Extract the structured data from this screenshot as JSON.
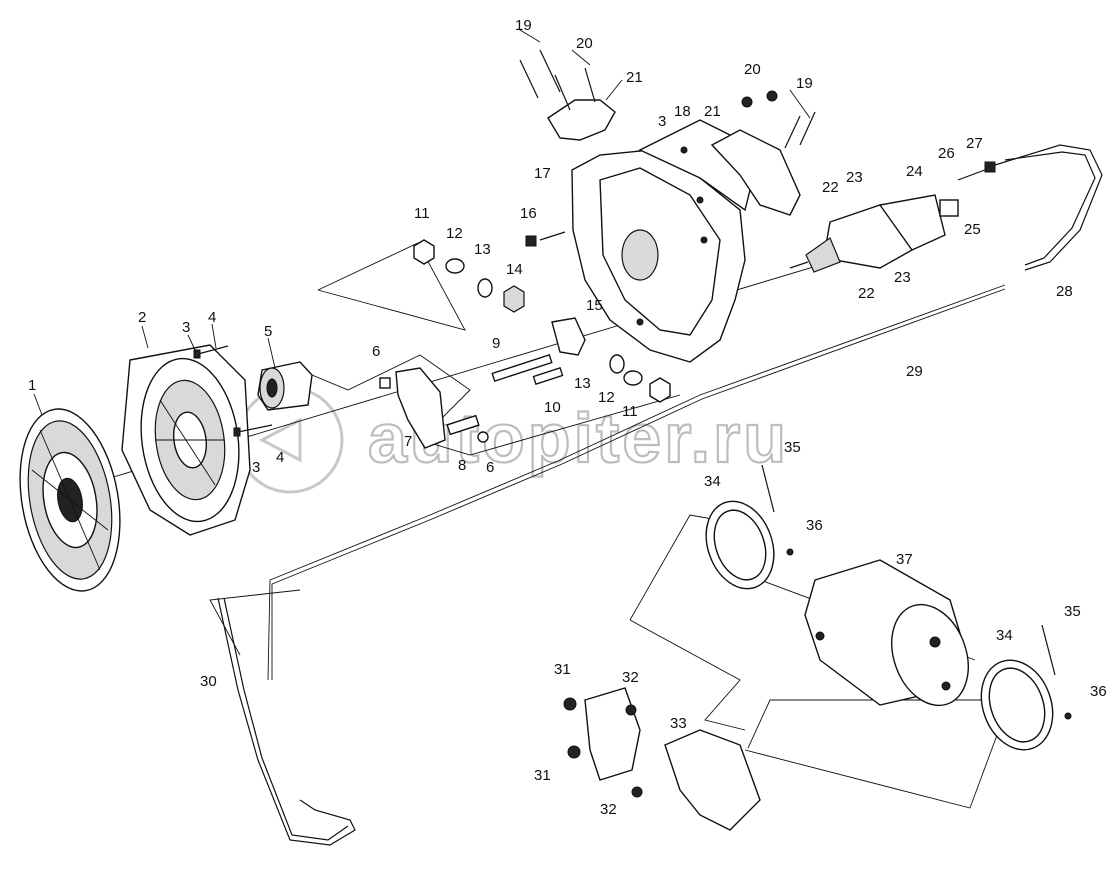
{
  "watermark": {
    "text": "autopiter.ru"
  },
  "labels": {
    "l1": "1",
    "l2": "2",
    "l3a": "3",
    "l3b": "3",
    "l3c": "3",
    "l4a": "4",
    "l4b": "4",
    "l5": "5",
    "l6a": "6",
    "l6b": "6",
    "l7": "7",
    "l8": "8",
    "l9": "9",
    "l10": "10",
    "l11a": "11",
    "l11b": "11",
    "l12a": "12",
    "l12b": "12",
    "l13a": "13",
    "l13b": "13",
    "l14": "14",
    "l15": "15",
    "l16": "16",
    "l17": "17",
    "l18": "18",
    "l19a": "19",
    "l19b": "19",
    "l20a": "20",
    "l20b": "20",
    "l21a": "21",
    "l21b": "21",
    "l22a": "22",
    "l22b": "22",
    "l23a": "23",
    "l23b": "23",
    "l24": "24",
    "l25": "25",
    "l26": "26",
    "l27": "27",
    "l28": "28",
    "l29": "29",
    "l30": "30",
    "l31a": "31",
    "l31b": "31",
    "l32a": "32",
    "l32b": "32",
    "l33": "33",
    "l34a": "34",
    "l34b": "34",
    "l35a": "35",
    "l35b": "35",
    "l36a": "36",
    "l36b": "36",
    "l37": "37"
  }
}
